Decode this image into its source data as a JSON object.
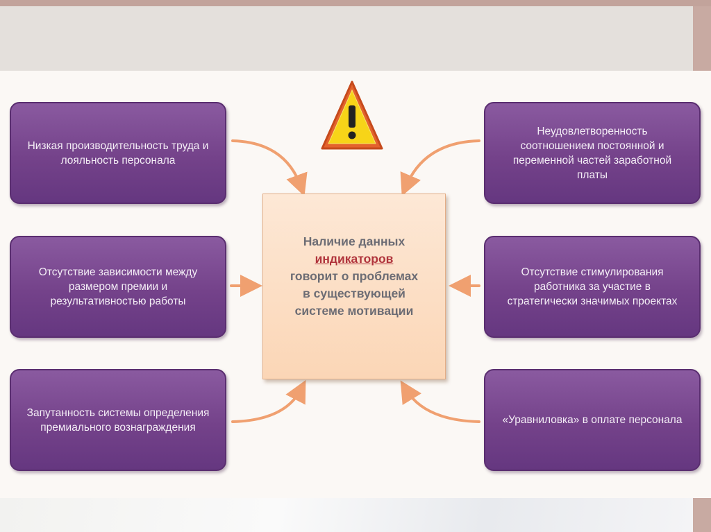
{
  "boxes": {
    "left_top": "Низкая производительность труда и лояльность персонала",
    "left_middle": "Отсутствие зависимости между размером премии и результативностью работы",
    "left_bottom": "Запутанность системы определения премиального вознаграждения",
    "right_top": "Неудовлетворенность соотношением постоянной и переменной частей заработной платы",
    "right_middle": "Отсутствие стимулирования работника за участие в стратегически значимых проектах",
    "right_bottom": "«Уравниловка» в оплате персонала"
  },
  "center": {
    "line1": "Наличие данных",
    "line2_highlight": "индикаторов",
    "line3": "говорит о проблемах",
    "line4": "в существующей",
    "line5": "системе мотивации"
  },
  "warning_icon": "warning-triangle-icon",
  "colors": {
    "box_fill": "#74428a",
    "center_fill": "#fbd6b6",
    "arrow": "#f0a070",
    "highlight_text": "#b0343c"
  }
}
